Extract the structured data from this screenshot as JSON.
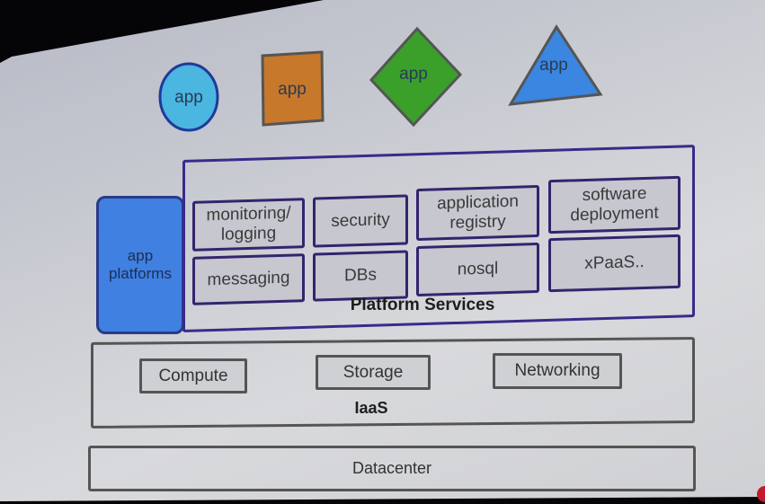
{
  "apps": [
    {
      "label": "app",
      "shape": "circle",
      "color": "#4bb6e0"
    },
    {
      "label": "app",
      "shape": "square",
      "color": "#c8782a"
    },
    {
      "label": "app",
      "shape": "diamond",
      "color": "#3aa02a"
    },
    {
      "label": "app",
      "shape": "triangle",
      "color": "#3a86e0"
    }
  ],
  "app_platforms": {
    "label": "app platforms",
    "line1": "app",
    "line2": "platforms",
    "color": "#3f80e0"
  },
  "platform_services": {
    "title": "Platform Services",
    "items": [
      {
        "line1": "monitoring/",
        "line2": "logging"
      },
      {
        "line1": "security",
        "line2": ""
      },
      {
        "line1": "application",
        "line2": "registry"
      },
      {
        "line1": "software",
        "line2": "deployment"
      },
      {
        "line1": "messaging",
        "line2": ""
      },
      {
        "line1": "DBs",
        "line2": ""
      },
      {
        "line1": "nosql",
        "line2": ""
      },
      {
        "line1": "xPaaS..",
        "line2": ""
      }
    ],
    "border_color": "#3a2a8a"
  },
  "iaas": {
    "title": "IaaS",
    "items": [
      "Compute",
      "Storage",
      "Networking"
    ]
  },
  "datacenter": {
    "label": "Datacenter"
  }
}
